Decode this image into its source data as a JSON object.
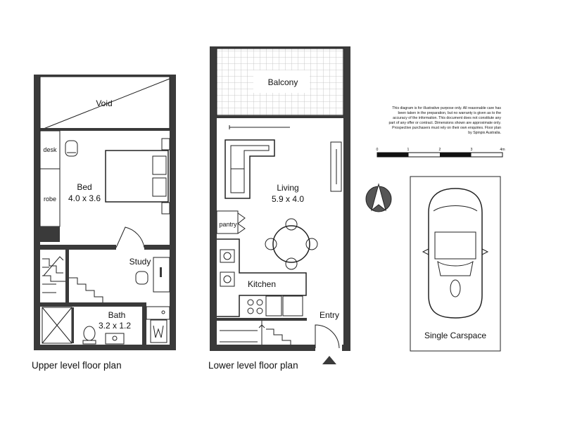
{
  "upper_plan": {
    "caption": "Upper level floor plan",
    "void": "Void",
    "desk": "desk",
    "robe": "robe",
    "bed_name": "Bed",
    "bed_size": "4.0 x 3.6",
    "study": "Study",
    "bath_name": "Bath",
    "bath_size": "3.2 x 1.2"
  },
  "lower_plan": {
    "caption": "Lower level floor plan",
    "balcony": "Balcony",
    "living_name": "Living",
    "living_size": "5.9 x 4.0",
    "pantry": "pantry",
    "kitchen": "Kitchen",
    "entry": "Entry"
  },
  "carspace": {
    "label": "Single Carspace"
  },
  "disclaimer": [
    "This diagram is for illustrative purpose only. All reasonable care has",
    "been taken in the preparation, but no warranty is given as to the",
    "accuracy of the information. This document does not constitute any",
    "part of any offer or contract. Dimensions shown are approximate only.",
    "Prospective purchasers must rely on their own enquiries. Floor plan",
    "by Spinpix Australia."
  ],
  "scale_bar": {
    "ticks": [
      "0",
      "1",
      "2",
      "3",
      "4m"
    ]
  },
  "north_arrow": {
    "icon": "north-arrow-icon"
  },
  "colors": {
    "wall": "#3a3a3a",
    "line": "#222222",
    "background": "#ffffff"
  }
}
